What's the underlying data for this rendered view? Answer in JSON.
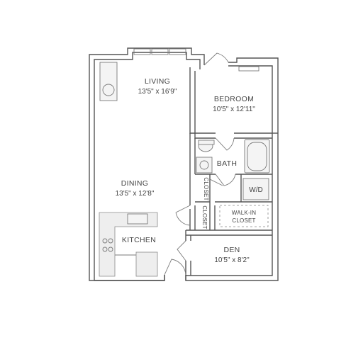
{
  "rooms": {
    "living": {
      "name": "LIVING",
      "dims": "13'5\" x 16'9\""
    },
    "bedroom": {
      "name": "BEDROOM",
      "dims": "10'5\" x 12'11\""
    },
    "bath": {
      "name": "BATH"
    },
    "dining": {
      "name": "DINING",
      "dims": "13'5\" x 12'8\""
    },
    "kitchen": {
      "name": "KITCHEN"
    },
    "walkin": {
      "name_line1": "WALK-IN",
      "name_line2": "CLOSET"
    },
    "den": {
      "name": "DEN",
      "dims": "10'5\" x 8'2\""
    }
  },
  "labels": {
    "closet_small": "CLOSET",
    "closet_hall": "CLOSET",
    "washer_dryer": "W/D"
  }
}
